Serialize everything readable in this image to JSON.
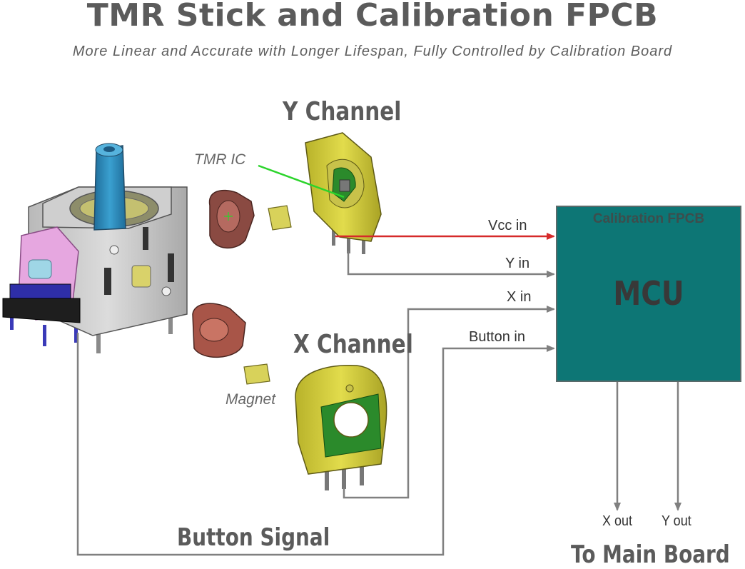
{
  "title": "TMR Stick and Calibration FPCB",
  "subtitle": "More Linear and Accurate with Longer Lifespan, Fully Controlled by Calibration Board",
  "channels": {
    "y": "Y Channel",
    "x": "X Channel"
  },
  "callouts": {
    "tmr_ic": "TMR IC",
    "magnet": "Magnet"
  },
  "signals": {
    "vcc_in": "Vcc in",
    "y_in": "Y in",
    "x_in": "X in",
    "button_in": "Button in"
  },
  "board": {
    "fpcb": "Calibration FPCB",
    "mcu": "MCU"
  },
  "outputs": {
    "x_out": "X out",
    "y_out": "Y out",
    "destination": "To Main Board"
  },
  "button_signal": "Button Signal",
  "colors": {
    "vcc_line": "#d62a2a",
    "signal_line": "#808080",
    "board": "#0d7675",
    "tmr_pointer": "#2bd42b"
  }
}
